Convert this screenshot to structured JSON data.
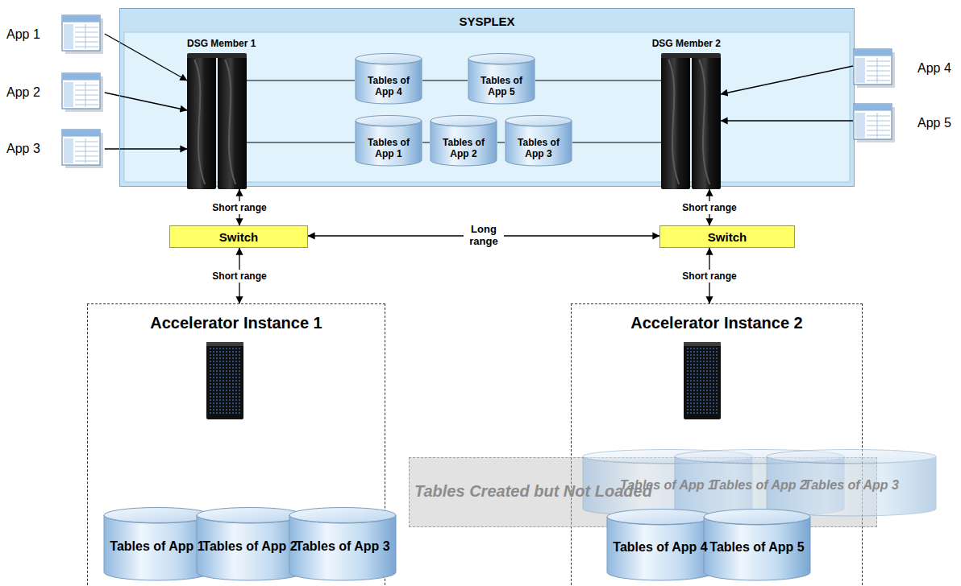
{
  "diagram": {
    "nodes": [
      {
        "text": [
          "SYSPLEX"
        ]
      },
      {
        "text": [
          "DSG Member 1"
        ],
        "in": 0
      },
      {
        "text": [
          "DSG Member 2"
        ],
        "in": 0
      },
      {
        "text": [
          "Tables of App 4"
        ],
        "in": 0
      },
      {
        "text": [
          "Tables of App 5"
        ],
        "in": 0
      },
      {
        "text": [
          "Tables of App 1"
        ],
        "in": 0
      },
      {
        "text": [
          "Tables of App 2"
        ],
        "in": 0
      },
      {
        "text": [
          "Tables of App 3"
        ],
        "in": 0
      },
      {
        "text": [
          "App 1"
        ]
      },
      {
        "text": [
          "App 2"
        ]
      },
      {
        "text": [
          "App 3"
        ]
      },
      {
        "text": [
          "App 4"
        ]
      },
      {
        "text": [
          "App 5"
        ]
      },
      {
        "text": [
          "Switch"
        ]
      },
      {
        "text": [
          "Switch"
        ]
      },
      {
        "text": [
          "Accelerator Instance 1"
        ]
      },
      {
        "text": [
          "Tables of App 1"
        ],
        "in": 15
      },
      {
        "text": [
          "Tables of App 2"
        ],
        "in": 15
      },
      {
        "text": [
          "Tables of App 3"
        ],
        "in": 15
      },
      {
        "text": [
          "Accelerator Instance 2"
        ]
      },
      {
        "text": [
          "Tables Created but Not Loaded"
        ],
        "in": 19
      },
      {
        "text": [
          "Tables of App 1"
        ],
        "in": 20
      },
      {
        "text": [
          "Tables of App 2"
        ],
        "in": 20
      },
      {
        "text": [
          "Tables of App 3"
        ],
        "in": 20
      },
      {
        "text": [
          "Tables of App 4"
        ],
        "in": 19
      },
      {
        "text": [
          "Tables of App 5"
        ],
        "in": 19
      }
    ],
    "edges": [
      {
        "from": 8,
        "to": 1,
        "arrow": "to"
      },
      {
        "from": 9,
        "to": 1,
        "arrow": "to"
      },
      {
        "from": 10,
        "to": 1,
        "arrow": "to"
      },
      {
        "from": 11,
        "to": 2,
        "arrow": "to"
      },
      {
        "from": 12,
        "to": 2,
        "arrow": "to"
      },
      {
        "from": 1,
        "to": 3,
        "arrow": "none"
      },
      {
        "from": 3,
        "to": 4,
        "arrow": "none"
      },
      {
        "from": 4,
        "to": 2,
        "arrow": "none"
      },
      {
        "from": 1,
        "to": 5,
        "arrow": "none"
      },
      {
        "from": 5,
        "to": 6,
        "arrow": "none"
      },
      {
        "from": 6,
        "to": 7,
        "arrow": "none"
      },
      {
        "from": 7,
        "to": 2,
        "arrow": "none"
      },
      {
        "from": 1,
        "to": 13,
        "label": "Short range",
        "arrow": "both"
      },
      {
        "from": 13,
        "to": 15,
        "label": "Short range",
        "arrow": "both"
      },
      {
        "from": 13,
        "to": 14,
        "label": "Long range",
        "arrow": "both"
      },
      {
        "from": 2,
        "to": 14,
        "label": "Short range",
        "arrow": "both"
      },
      {
        "from": 14,
        "to": 19,
        "label": "Short range",
        "arrow": "both"
      }
    ]
  }
}
